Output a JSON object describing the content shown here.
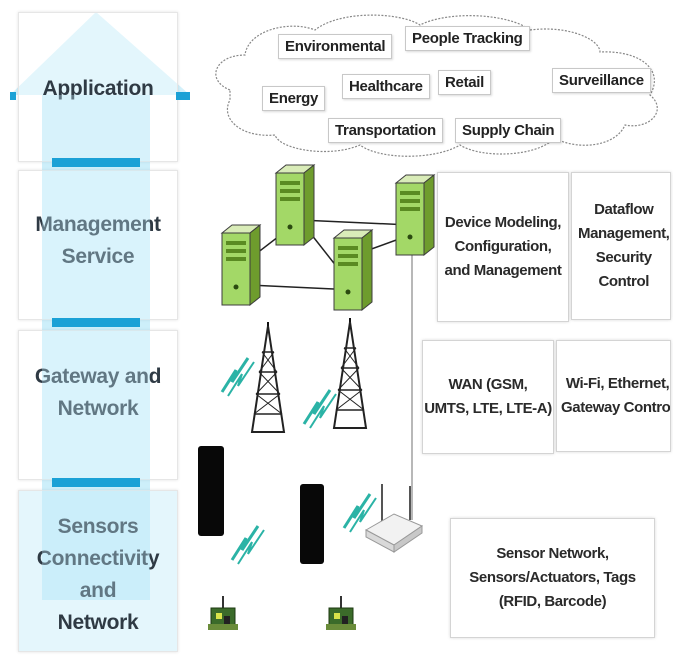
{
  "layers": [
    {
      "lines": [
        "Application"
      ]
    },
    {
      "lines": [
        "Management",
        "Service"
      ]
    },
    {
      "lines": [
        "Gateway and",
        "Network"
      ]
    },
    {
      "lines": [
        "Sensors",
        "Connectivity and",
        "Network"
      ]
    }
  ],
  "cloud_tags": [
    "Environmental",
    "People Tracking",
    "Energy",
    "Healthcare",
    "Retail",
    "Surveillance",
    "Transportation",
    "Supply Chain"
  ],
  "info_boxes": [
    {
      "lines": [
        "Device Modeling,",
        "Configuration,",
        "and Management"
      ]
    },
    {
      "lines": [
        "Dataflow",
        "Management,",
        "Security",
        "Control"
      ]
    },
    {
      "lines": [
        "WAN (GSM,",
        "UMTS, LTE, LTE-A)"
      ]
    },
    {
      "lines": [
        "Wi-Fi, Ethernet,",
        "Gateway Control"
      ]
    },
    {
      "lines": [
        "Sensor Network,",
        "Sensors/Actuators, Tags",
        "(RFID, Barcode)"
      ]
    }
  ],
  "colors": {
    "arrow_fill": "#c9f1fb",
    "arrow_band": "#1ba1d6",
    "layer_text": "#2f3a44",
    "server_green": "#9bd45a",
    "wireless": "#2bb3a6"
  },
  "icons": [
    "server-icon",
    "cell-tower-icon",
    "wireless-signal-icon",
    "sensor-device-icon",
    "router-icon",
    "cloud-icon"
  ]
}
